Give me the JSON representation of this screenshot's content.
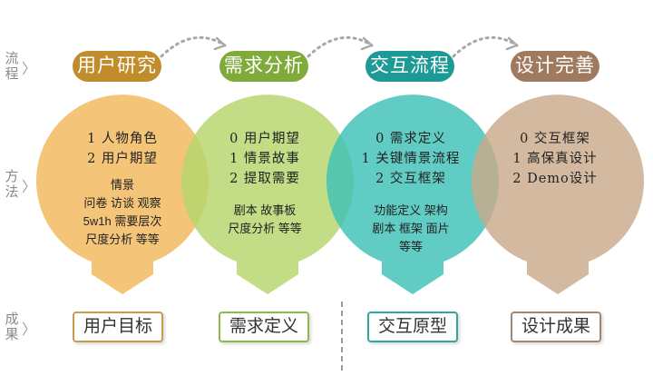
{
  "row_labels": {
    "process": [
      "流",
      "程"
    ],
    "method": [
      "方",
      "法"
    ],
    "result": [
      "成",
      "果"
    ]
  },
  "stages": [
    {
      "title": "用户研究",
      "color": "#c08c2c",
      "circle_color": "#f2b85c",
      "methods": [
        "1  人物角色",
        "2  用户期望"
      ],
      "sub_lines": [
        "情景",
        "问卷  访谈  观察",
        "5w1h  需要层次",
        "尺度分析  等等"
      ],
      "result": "用户目标",
      "result_border": "#c99c4c"
    },
    {
      "title": "需求分析",
      "color": "#7fab3a",
      "circle_color": "#b5d66b",
      "methods": [
        "0  用户期望",
        "1  情景故事",
        "2  提取需要"
      ],
      "sub_lines": [
        "剧本  故事板",
        "尺度分析  等等"
      ],
      "result": "需求定义",
      "result_border": "#8fb94a"
    },
    {
      "title": "交互流程",
      "color": "#1d9a96",
      "circle_color": "#3ec1b6",
      "methods": [
        "0  需求定义",
        "1  关键情景流程",
        "2  交互框架"
      ],
      "sub_lines": [
        "功能定义  架构",
        "剧本  框架  面片",
        "等等"
      ],
      "result": "交互原型",
      "result_border": "#2ea7a2"
    },
    {
      "title": "设计完善",
      "color": "#a07a5e",
      "circle_color": "#c9a98a",
      "methods": [
        "0  交互框架",
        "1  高保真设计",
        "2  Demo设计"
      ],
      "sub_lines": [],
      "result": "设计成果",
      "result_border": "#a5876e"
    }
  ],
  "chevron": "〉",
  "connector_color": "#a8a8a8"
}
